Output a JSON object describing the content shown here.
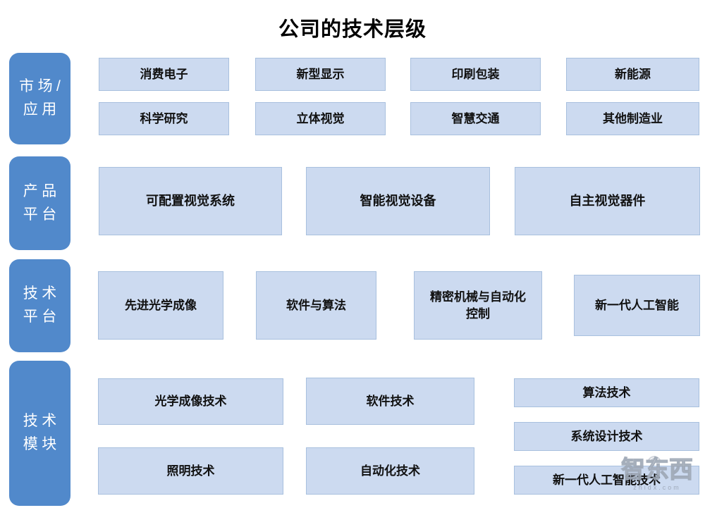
{
  "title": "公司的技术层级",
  "colors": {
    "category_fill": "#5189CB",
    "box_fill": "#CCDAF0",
    "box_border": "#A8C0DE"
  },
  "levels": [
    {
      "name": "市场/应用",
      "name_lines": [
        "市场/",
        "应用"
      ],
      "boxes": [
        "消费电子",
        "新型显示",
        "印刷包装",
        "新能源",
        "科学研究",
        "立体视觉",
        "智慧交通",
        "其他制造业"
      ]
    },
    {
      "name": "产品平台",
      "name_lines": [
        "产品",
        "平台"
      ],
      "boxes": [
        "可配置视觉系统",
        "智能视觉设备",
        "自主视觉器件"
      ]
    },
    {
      "name": "技术平台",
      "name_lines": [
        "技术",
        "平台"
      ],
      "boxes": [
        "先进光学成像",
        "软件与算法",
        "精密机械与自动化控制",
        "新一代人工智能"
      ]
    },
    {
      "name": "技术模块",
      "name_lines": [
        "技术",
        "模块"
      ],
      "boxes": [
        "光学成像技术",
        "软件技术",
        "算法技术",
        "系统设计技术",
        "照明技术",
        "自动化技术",
        "新一代人工智能技术"
      ]
    }
  ],
  "watermark": {
    "logo_text": "智东西",
    "domain": "zhidx.com"
  }
}
